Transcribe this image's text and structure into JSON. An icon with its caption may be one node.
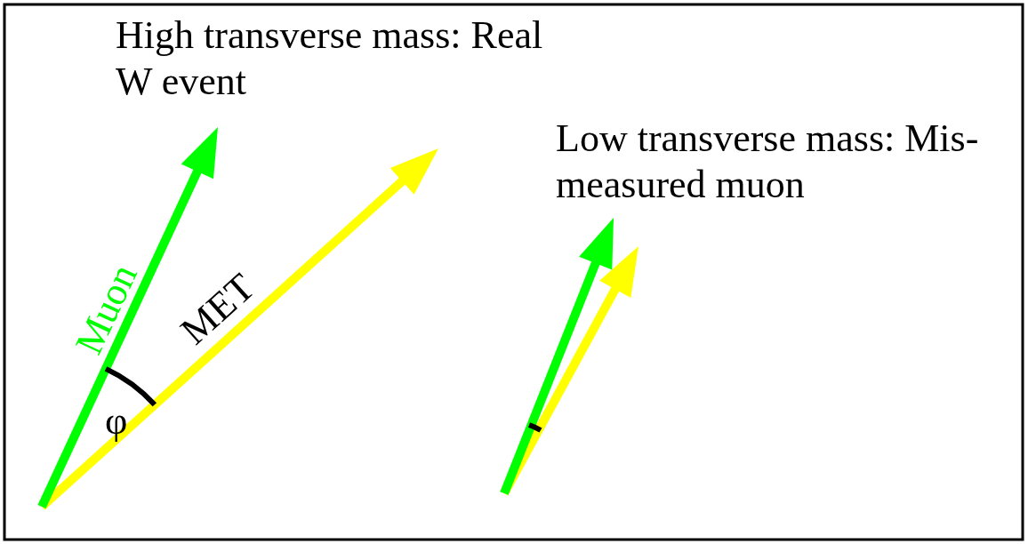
{
  "diagram": {
    "labels": [
      "High transverse mass: Real W event",
      "Muon",
      "MET",
      "φ",
      "Low transverse mass: Mis-measured muon"
    ]
  }
}
